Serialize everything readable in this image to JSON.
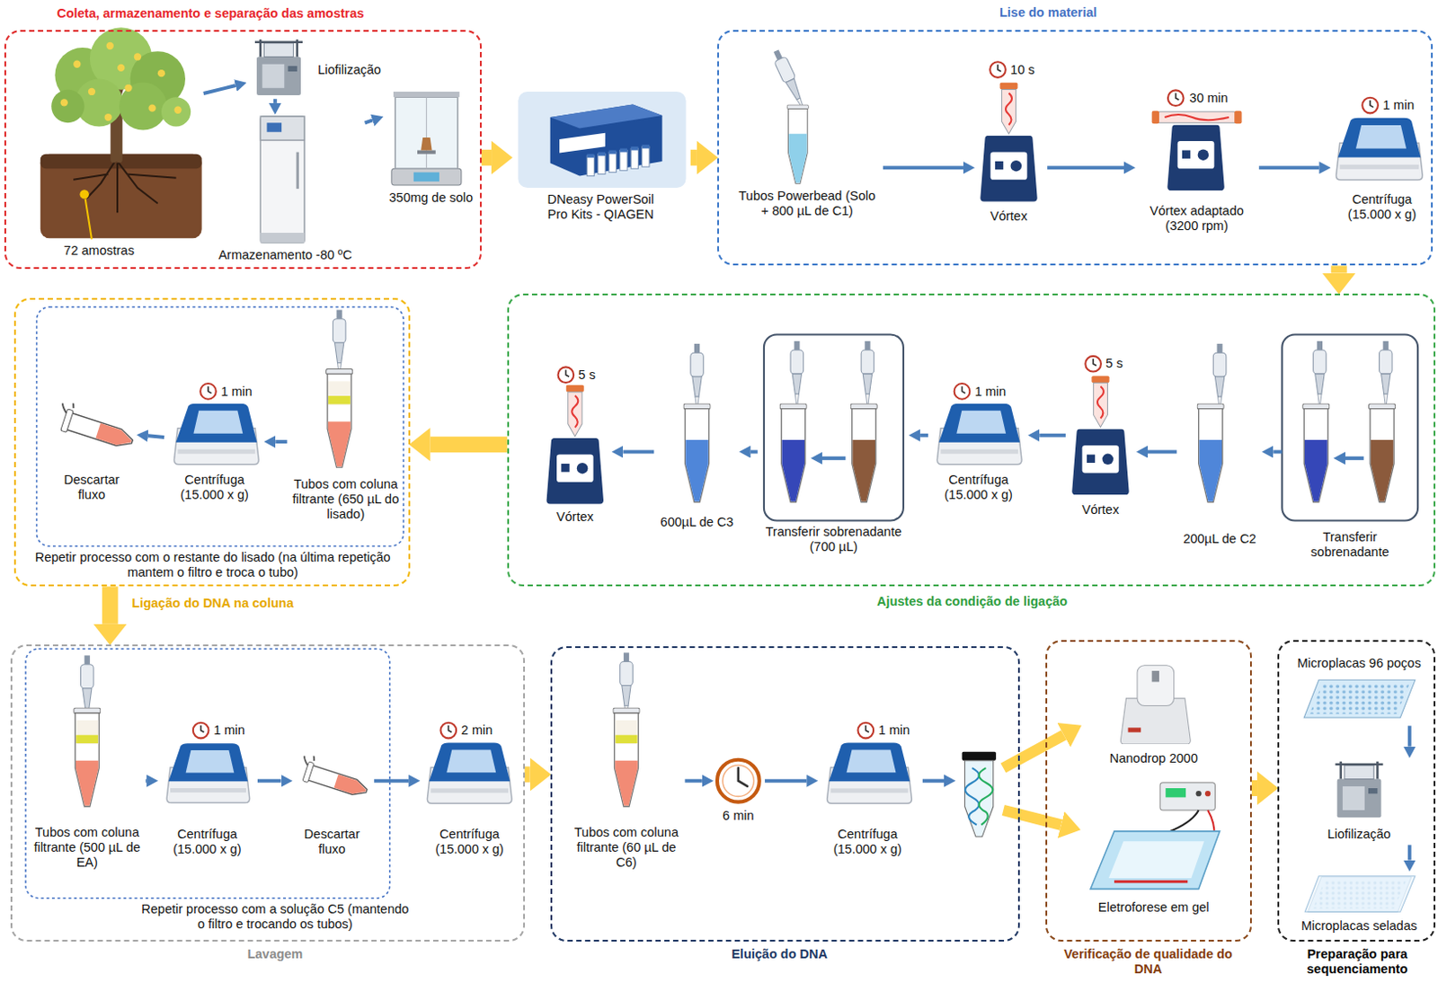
{
  "diagram": {
    "nodes": [
      {
        "text": [
          "Coleta, armazenamento e separação das amostras"
        ]
      },
      {
        "text": [
          "72 amostras"
        ],
        "in": 0
      },
      {
        "text": [
          "Liofilização"
        ],
        "in": 0
      },
      {
        "text": [
          "Armazenamento -80 ºC"
        ],
        "in": 0
      },
      {
        "text": [
          "350mg de solo"
        ],
        "in": 0
      },
      {
        "text": [
          "DNeasy PowerSoil Pro Kits - QIAGEN"
        ]
      },
      {
        "text": [
          "Lise do material"
        ]
      },
      {
        "text": [
          "Tubos Powerbead (Solo + 800 µL de C1)"
        ],
        "in": 6
      },
      {
        "text": [
          "10 s",
          "Vórtex"
        ],
        "in": 6
      },
      {
        "text": [
          "30 min",
          "Vórtex adaptado (3200 rpm)"
        ],
        "in": 6
      },
      {
        "text": [
          "1 min",
          "Centrífuga (15.000 x g)"
        ],
        "in": 6
      },
      {
        "text": [
          "Ajustes da condição de ligação"
        ]
      },
      {
        "text": [
          "Transferir sobrenadante"
        ],
        "in": 11
      },
      {
        "text": [
          "200µL de C2"
        ],
        "in": 11
      },
      {
        "text": [
          "5 s",
          "Vórtex"
        ],
        "in": 11
      },
      {
        "text": [
          "1 min",
          "Centrífuga (15.000 x g)"
        ],
        "in": 11
      },
      {
        "text": [
          "Transferir sobrenadante (700 µL)"
        ],
        "in": 11
      },
      {
        "text": [
          "600µL de C3"
        ],
        "in": 11
      },
      {
        "text": [
          "5 s",
          "Vórtex"
        ],
        "in": 11
      },
      {
        "text": [
          "Ligação do DNA na coluna",
          "Repetir processo com o restante do lisado (na última repetição mantem o filtro e troca o tubo)"
        ]
      },
      {
        "text": [
          "Tubos com coluna filtrante (650 µL do lisado)"
        ],
        "in": 19
      },
      {
        "text": [
          "1 min",
          "Centrífuga (15.000 x g)"
        ],
        "in": 19
      },
      {
        "text": [
          "Descartar fluxo"
        ],
        "in": 19
      },
      {
        "text": [
          "Lavagem",
          "Repetir processo com a solução C5 (mantendo o filtro e trocando os tubos)"
        ]
      },
      {
        "text": [
          "Tubos com coluna filtrante (500 µL de EA)"
        ],
        "in": 23
      },
      {
        "text": [
          "1 min",
          "Centrífuga (15.000 x g)"
        ],
        "in": 23
      },
      {
        "text": [
          "Descartar fluxo"
        ],
        "in": 23
      },
      {
        "text": [
          "2 min",
          "Centrífuga (15.000 x g)"
        ],
        "in": 23
      },
      {
        "text": [
          "Eluição do DNA"
        ]
      },
      {
        "text": [
          "Tubos com coluna filtrante (60 µL de C6)"
        ],
        "in": 28
      },
      {
        "text": [
          "6 min"
        ],
        "in": 28
      },
      {
        "text": [
          "1 min",
          "Centrífuga (15.000 x g)"
        ],
        "in": 28
      },
      {
        "text": [
          "Verificação de qualidade do DNA"
        ]
      },
      {
        "text": [
          "Nanodrop 2000"
        ],
        "in": 32
      },
      {
        "text": [
          "Eletroforese em gel"
        ],
        "in": 32
      },
      {
        "text": [
          "Preparação para sequenciamento"
        ]
      },
      {
        "text": [
          "Microplacas 96 poços"
        ],
        "in": 35
      },
      {
        "text": [
          "Liofilização"
        ],
        "in": 35
      },
      {
        "text": [
          "Microplacas seladas"
        ],
        "in": 35
      }
    ],
    "edges": [
      {
        "from": 1,
        "to": 2,
        "arrow": "to"
      },
      {
        "from": 2,
        "to": 3,
        "arrow": "to"
      },
      {
        "from": 3,
        "to": 4,
        "arrow": "to"
      },
      {
        "from": 0,
        "to": 5,
        "arrow": "to"
      },
      {
        "from": 5,
        "to": 6,
        "arrow": "to"
      },
      {
        "from": 7,
        "to": 8,
        "arrow": "to"
      },
      {
        "from": 8,
        "to": 9,
        "arrow": "to"
      },
      {
        "from": 9,
        "to": 10,
        "arrow": "to"
      },
      {
        "from": 6,
        "to": 11,
        "arrow": "to"
      },
      {
        "from": 12,
        "to": 13,
        "arrow": "to"
      },
      {
        "from": 13,
        "to": 14,
        "arrow": "to"
      },
      {
        "from": 14,
        "to": 15,
        "arrow": "to"
      },
      {
        "from": 15,
        "to": 16,
        "arrow": "to"
      },
      {
        "from": 16,
        "to": 17,
        "arrow": "to"
      },
      {
        "from": 17,
        "to": 18,
        "arrow": "to"
      },
      {
        "from": 11,
        "to": 19,
        "arrow": "to"
      },
      {
        "from": 20,
        "to": 21,
        "arrow": "to"
      },
      {
        "from": 21,
        "to": 22,
        "arrow": "to"
      },
      {
        "from": 19,
        "to": 23,
        "arrow": "to"
      },
      {
        "from": 24,
        "to": 25,
        "arrow": "to"
      },
      {
        "from": 25,
        "to": 26,
        "arrow": "to"
      },
      {
        "from": 26,
        "to": 27,
        "arrow": "to"
      },
      {
        "from": 23,
        "to": 28,
        "arrow": "to"
      },
      {
        "from": 29,
        "to": 30,
        "arrow": "to"
      },
      {
        "from": 30,
        "to": 31,
        "arrow": "to"
      },
      {
        "from": 32,
        "to": 35,
        "arrow": "to"
      },
      {
        "from": 36,
        "to": 37,
        "arrow": "to"
      },
      {
        "from": 37,
        "to": 38,
        "arrow": "to"
      }
    ]
  }
}
